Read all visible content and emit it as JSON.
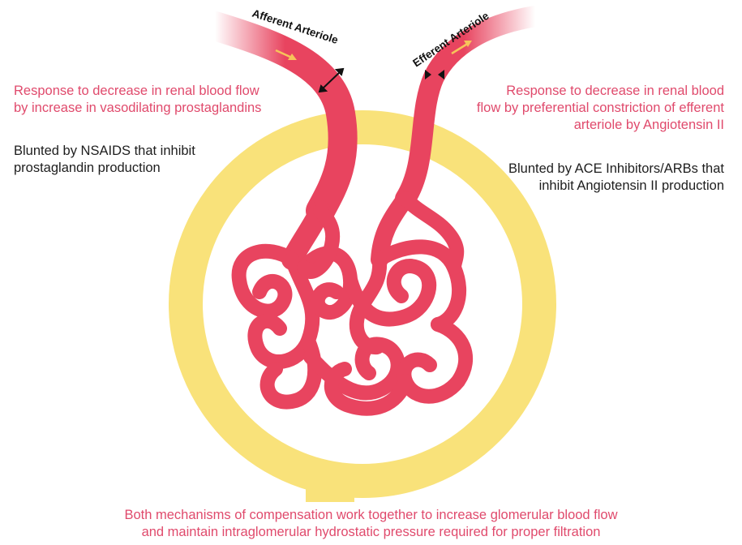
{
  "labels": {
    "afferent": "Afferent Arteriole",
    "efferent": "Efferent Arteriole"
  },
  "notes": {
    "afferent_response": [
      "Response to decrease in renal blood flow",
      "by increase in vasodilating prostaglandins"
    ],
    "nsaids": [
      "Blunted by NSAIDS that inhibit",
      "prostaglandin production"
    ],
    "efferent_response": [
      "Response to decrease in renal blood",
      "flow by preferential constriction of efferent",
      "arteriole by Angiotensin II"
    ],
    "ace": [
      "Blunted by ACE Inhibitors/ARBs that",
      "inhibit Angiotensin II production"
    ],
    "bottom": [
      "Both mechanisms of compensation work together to increase glomerular blood flow",
      "and maintain intraglomerular hydrostatic pressure required for proper filtration"
    ]
  },
  "colors": {
    "vessel": "#e8445f",
    "capsule": "#f9e27a",
    "text_accent": "#e04a6c",
    "text_dark": "#1e1e1e",
    "flow_arrow": "#f7c35a"
  },
  "icons": {
    "flow_direction": "arrow-right-icon",
    "dilation": "double-arrow-icon",
    "constriction": "pinch-arrows-icon"
  }
}
